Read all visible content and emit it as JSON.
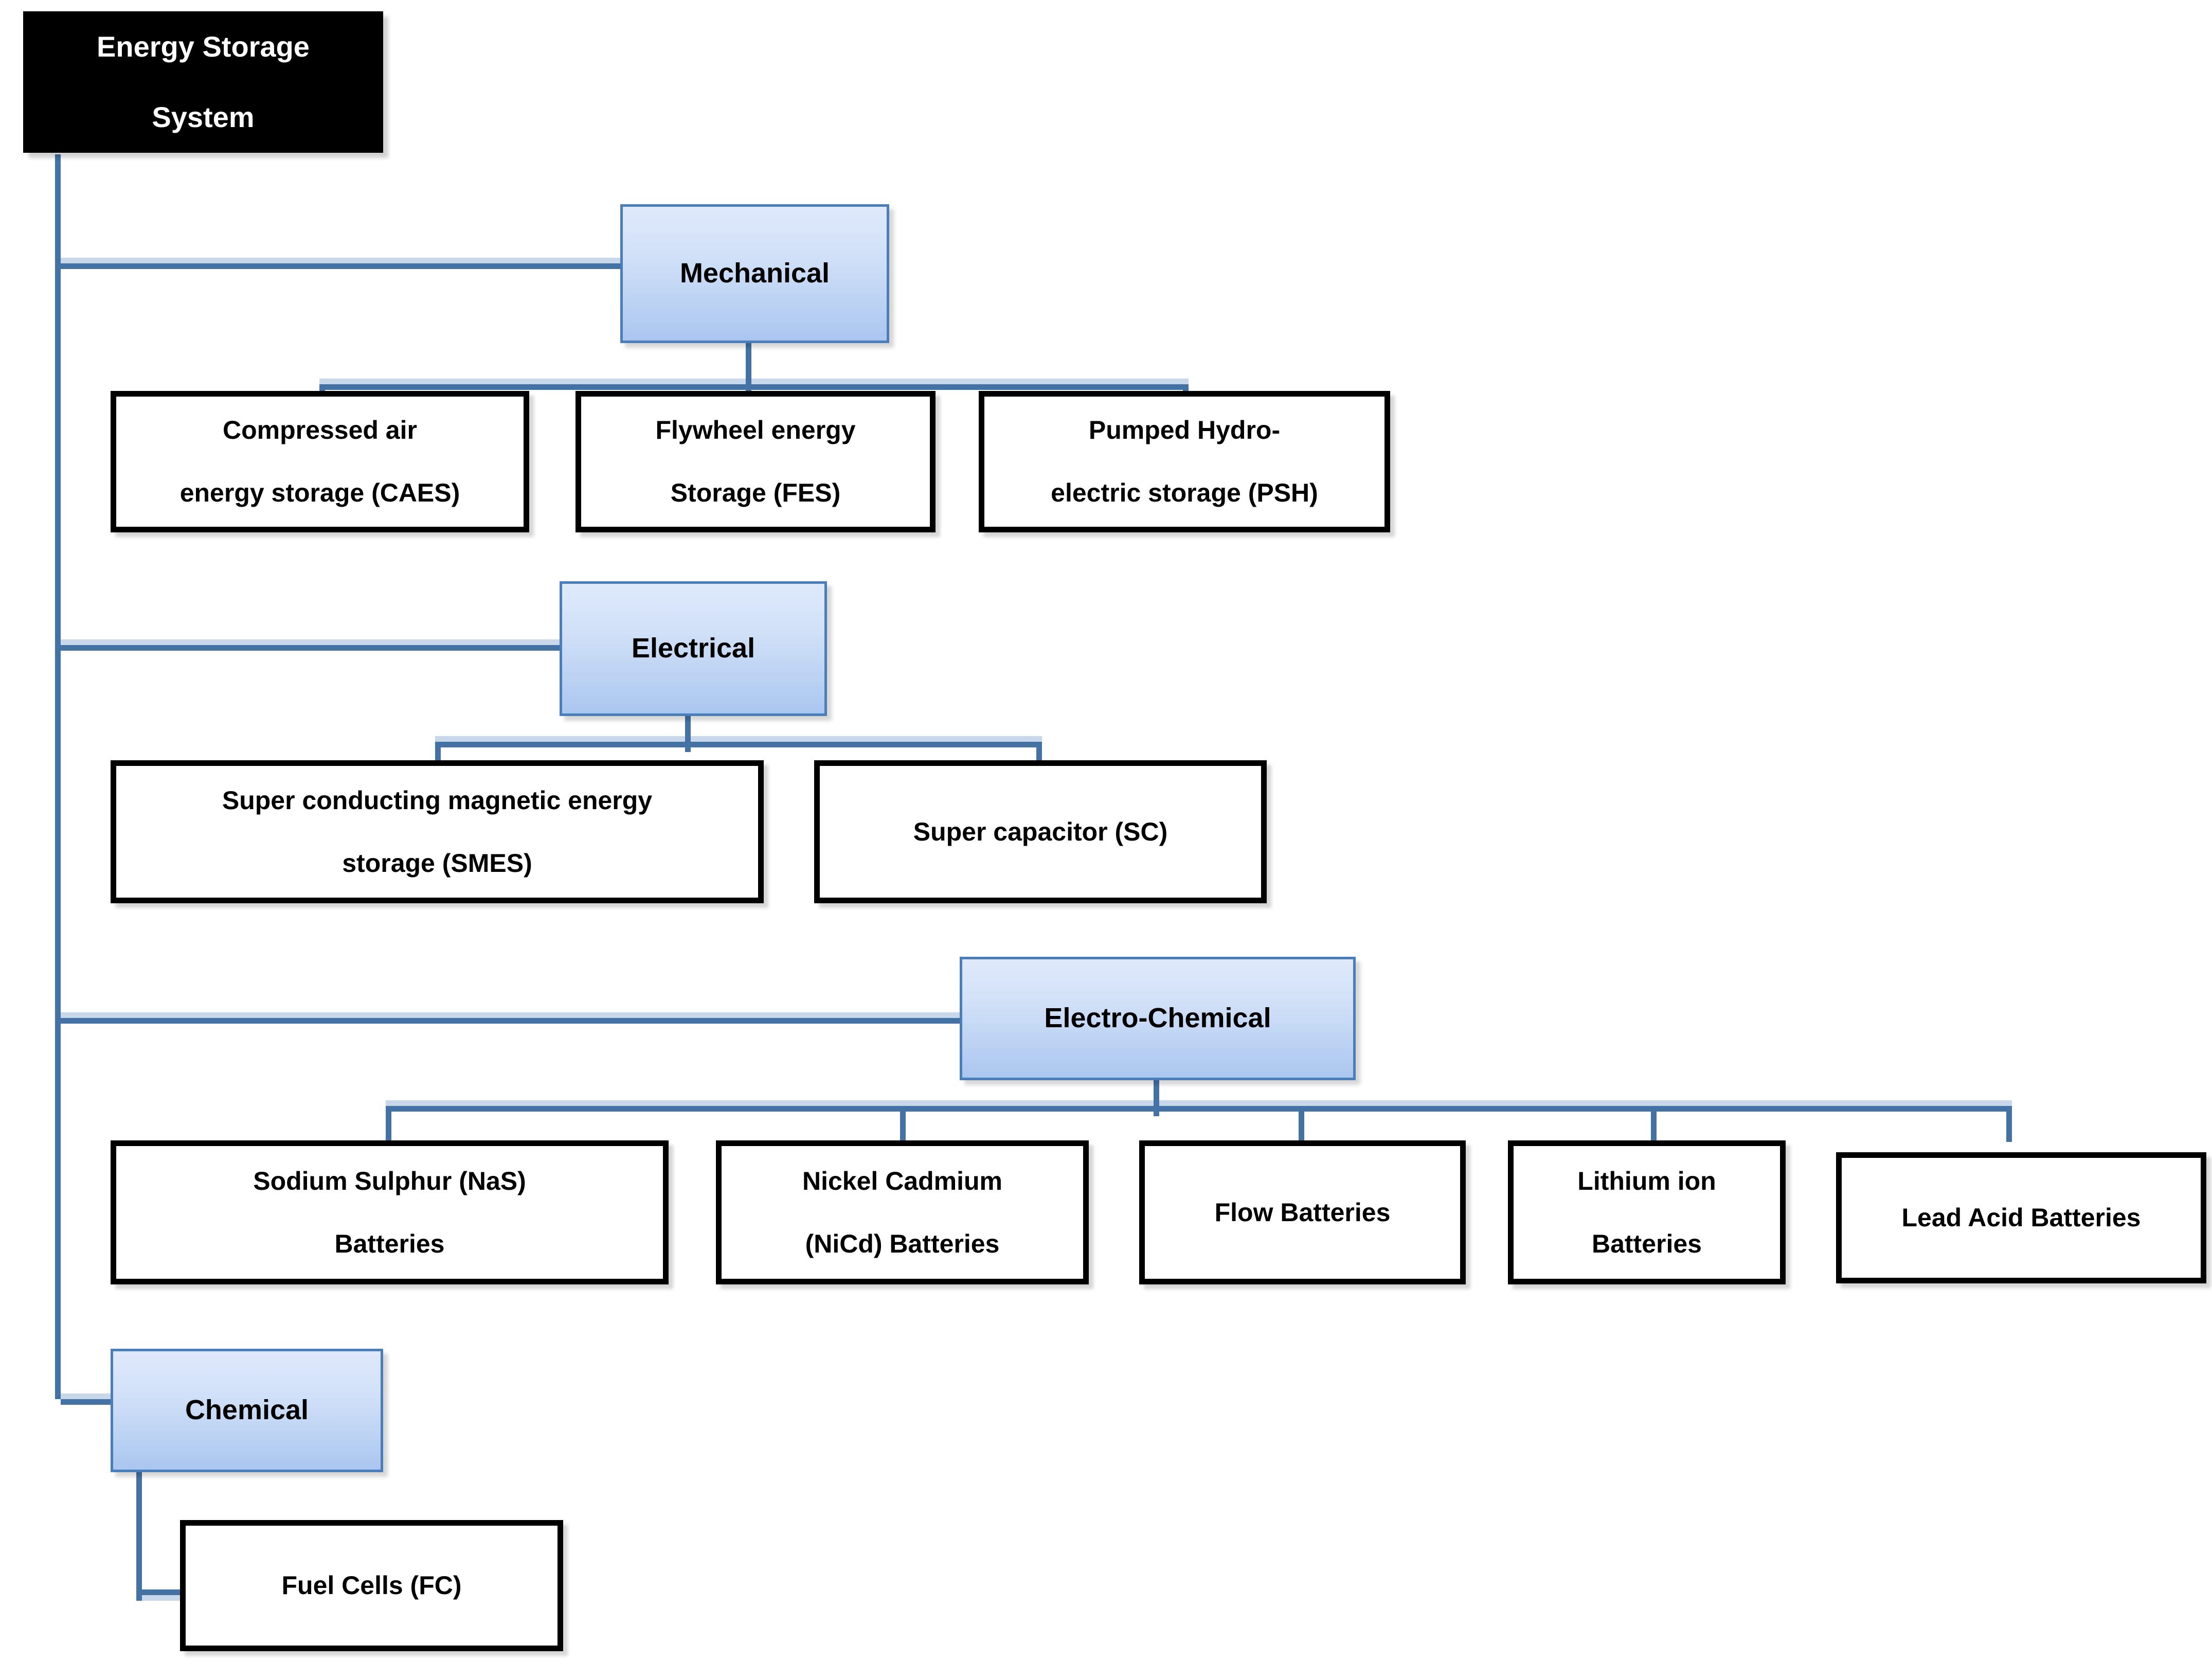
{
  "diagram": {
    "title": "Energy Storage System classification tree",
    "colors": {
      "connector": "#4472A4",
      "category_border": "#4A7EBB",
      "category_fill_top": "#DEE9FB",
      "category_fill_bottom": "#AAC6EF",
      "root_fill": "#000000",
      "root_text": "#FFFFFF",
      "leaf_border": "#000000",
      "leaf_fill": "#FFFFFF"
    },
    "root": {
      "label_line1": "Energy Storage",
      "label_line2": "System"
    },
    "branches": [
      {
        "key": "mechanical",
        "label": "Mechanical",
        "children": [
          {
            "key": "caes",
            "line1": "Compressed air",
            "line2": "energy storage (CAES)"
          },
          {
            "key": "fes",
            "line1": "Flywheel energy",
            "line2": "Storage (FES)"
          },
          {
            "key": "psh",
            "line1": "Pumped Hydro-",
            "line2": "electric storage (PSH)"
          }
        ]
      },
      {
        "key": "electrical",
        "label": "Electrical",
        "children": [
          {
            "key": "smes",
            "line1": "Super conducting magnetic energy",
            "line2": "storage (SMES)"
          },
          {
            "key": "sc",
            "line1": "Super capacitor (SC)",
            "line2": ""
          }
        ]
      },
      {
        "key": "electro-chemical",
        "label": "Electro-Chemical",
        "children": [
          {
            "key": "nas",
            "line1": "Sodium Sulphur (NaS)",
            "line2": "Batteries"
          },
          {
            "key": "nicd",
            "line1": "Nickel Cadmium",
            "line2": "(NiCd) Batteries"
          },
          {
            "key": "flow",
            "line1": "Flow Batteries",
            "line2": ""
          },
          {
            "key": "liion",
            "line1": "Lithium ion",
            "line2": "Batteries"
          },
          {
            "key": "leadacid",
            "line1": "Lead Acid Batteries",
            "line2": ""
          }
        ]
      },
      {
        "key": "chemical",
        "label": "Chemical",
        "children": [
          {
            "key": "fc",
            "line1": "Fuel Cells (FC)",
            "line2": ""
          }
        ]
      }
    ]
  }
}
